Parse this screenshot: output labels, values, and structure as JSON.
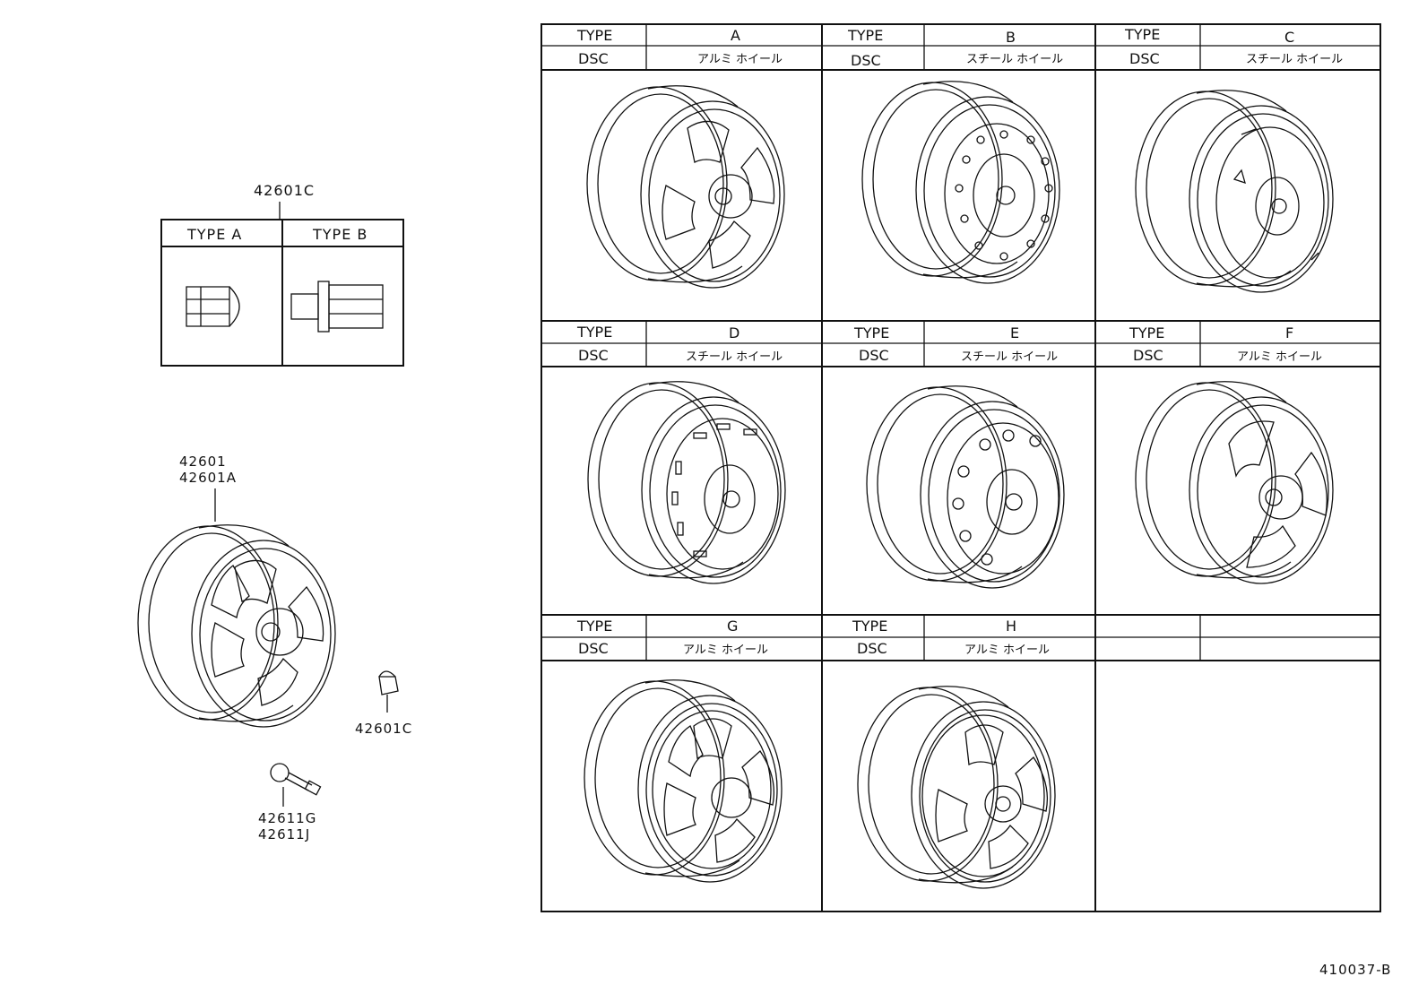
{
  "nut_callout": {
    "part": "42601C",
    "col_a": "TYPE  A",
    "col_b": "TYPE  B"
  },
  "wheel_callout": {
    "line1": "42601",
    "line2": "42601A"
  },
  "nut_part_label": "42601C",
  "valve_callout": {
    "line1": "42611G",
    "line2": "42611J"
  },
  "type_table": {
    "type_label": "TYPE",
    "dsc_label": "DSC",
    "rows": [
      [
        {
          "type": "A",
          "dsc": "アルミ ホイール"
        },
        {
          "type": "B",
          "dsc": "スチール ホイール"
        },
        {
          "type": "C",
          "dsc": "スチール ホイール"
        }
      ],
      [
        {
          "type": "D",
          "dsc": "スチール ホイール"
        },
        {
          "type": "E",
          "dsc": "スチール ホイール"
        },
        {
          "type": "F",
          "dsc": "アルミ ホイール"
        }
      ],
      [
        {
          "type": "G",
          "dsc": "アルミ ホイール"
        },
        {
          "type": "H",
          "dsc": "アルミ ホイール"
        },
        {
          "type": "",
          "dsc": ""
        }
      ]
    ]
  },
  "illustration_id": "410037-B"
}
